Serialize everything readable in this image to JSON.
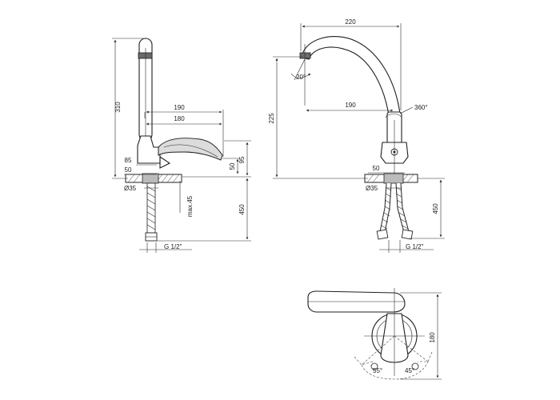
{
  "side_view": {
    "height": "310",
    "reach_top": "190",
    "reach_spout": "180",
    "dim_85": "85",
    "dim_50_left": "50",
    "dim_50_right": "50",
    "dim_95": "95",
    "hole_diameter": "Ø35",
    "max_thickness": "max.45",
    "hose_length": "450",
    "thread": "G 1/2\""
  },
  "front_view": {
    "width": "220",
    "swing_angle": "20°",
    "reach": "190",
    "rotation": "360°",
    "height": "225",
    "base": "50",
    "hole_diameter": "Ø35",
    "hose_length": "450",
    "thread": "G 1/2\""
  },
  "top_view": {
    "depth": "180",
    "angle_left": "55°",
    "angle_right": "45°"
  }
}
